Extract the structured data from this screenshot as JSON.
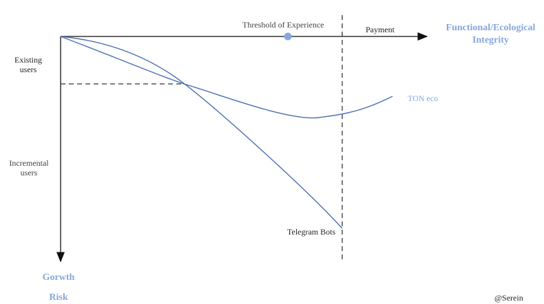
{
  "axes": {
    "x_title_line1": "Functional/Ecological",
    "x_title_line2": "Integrity",
    "y_title_line1": "Gorwth",
    "y_title_line2": "Risk"
  },
  "labels": {
    "threshold": "Threshold of Experience",
    "payment": "Payment",
    "existing_line1": "Existing",
    "existing_line2": "users",
    "incremental_line1": "Incremental",
    "incremental_line2": "users",
    "ton_eco": "TON eco",
    "telegram_bots": "Telegram Bots",
    "credit": "@Serein"
  },
  "colors": {
    "curve": "#4a6fb0",
    "accent": "#86a6de",
    "axis": "#222222"
  }
}
